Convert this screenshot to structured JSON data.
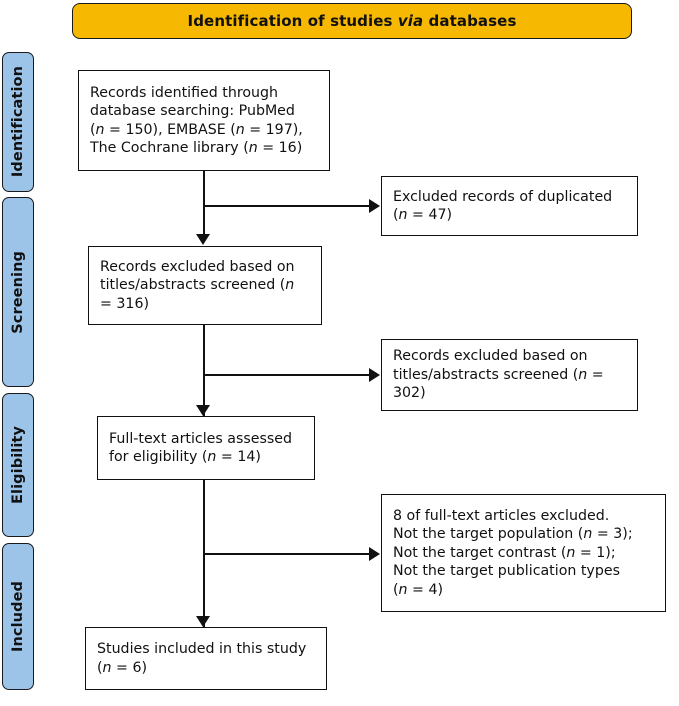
{
  "banner": {
    "text_before": "Identification of studies ",
    "text_italic": "via",
    "text_after": " databases",
    "full_text": "Identification of studies via databases",
    "bg_color": "#F6B800",
    "border_color": "#1a1a1a"
  },
  "stages": [
    {
      "id": "identification",
      "label": "Identification"
    },
    {
      "id": "screening",
      "label": "Screening"
    },
    {
      "id": "eligibility",
      "label": "Eligibility"
    },
    {
      "id": "included",
      "label": "Included"
    }
  ],
  "stage_color": "#9CC3E8",
  "boxes": {
    "identified": {
      "text": "Records identified through\ndatabase searching: PubMed\n(n = 150), EMBASE (n = 197),\nThe Cochrane library (n = 16)",
      "counts": {
        "pubmed": 150,
        "embase": 197,
        "cochrane": 16
      }
    },
    "duplicates": {
      "text": "Excluded records of duplicated\n(n = 47)",
      "counts": {
        "n": 47
      }
    },
    "screened": {
      "text": "Records excluded based on\ntitles/abstracts screened (n\n= 316)",
      "counts": {
        "n": 316
      }
    },
    "excluded_titles": {
      "text": "Records excluded based on\ntitles/abstracts screened (n =\n302)",
      "counts": {
        "n": 302
      }
    },
    "fulltext": {
      "text": "Full-text articles assessed\nfor eligibility (n = 14)",
      "counts": {
        "n": 14
      }
    },
    "excluded_fulltext": {
      "text": "8 of full-text articles excluded.\nNot the target population (n = 3);\nNot the target contrast (n = 1);\nNot the target publication types\n(n = 4)",
      "counts": {
        "total": 8,
        "population": 3,
        "contrast": 1,
        "publication_types": 4
      }
    },
    "included": {
      "text": "Studies included in this study\n(n = 6)",
      "counts": {
        "n": 6
      }
    }
  }
}
